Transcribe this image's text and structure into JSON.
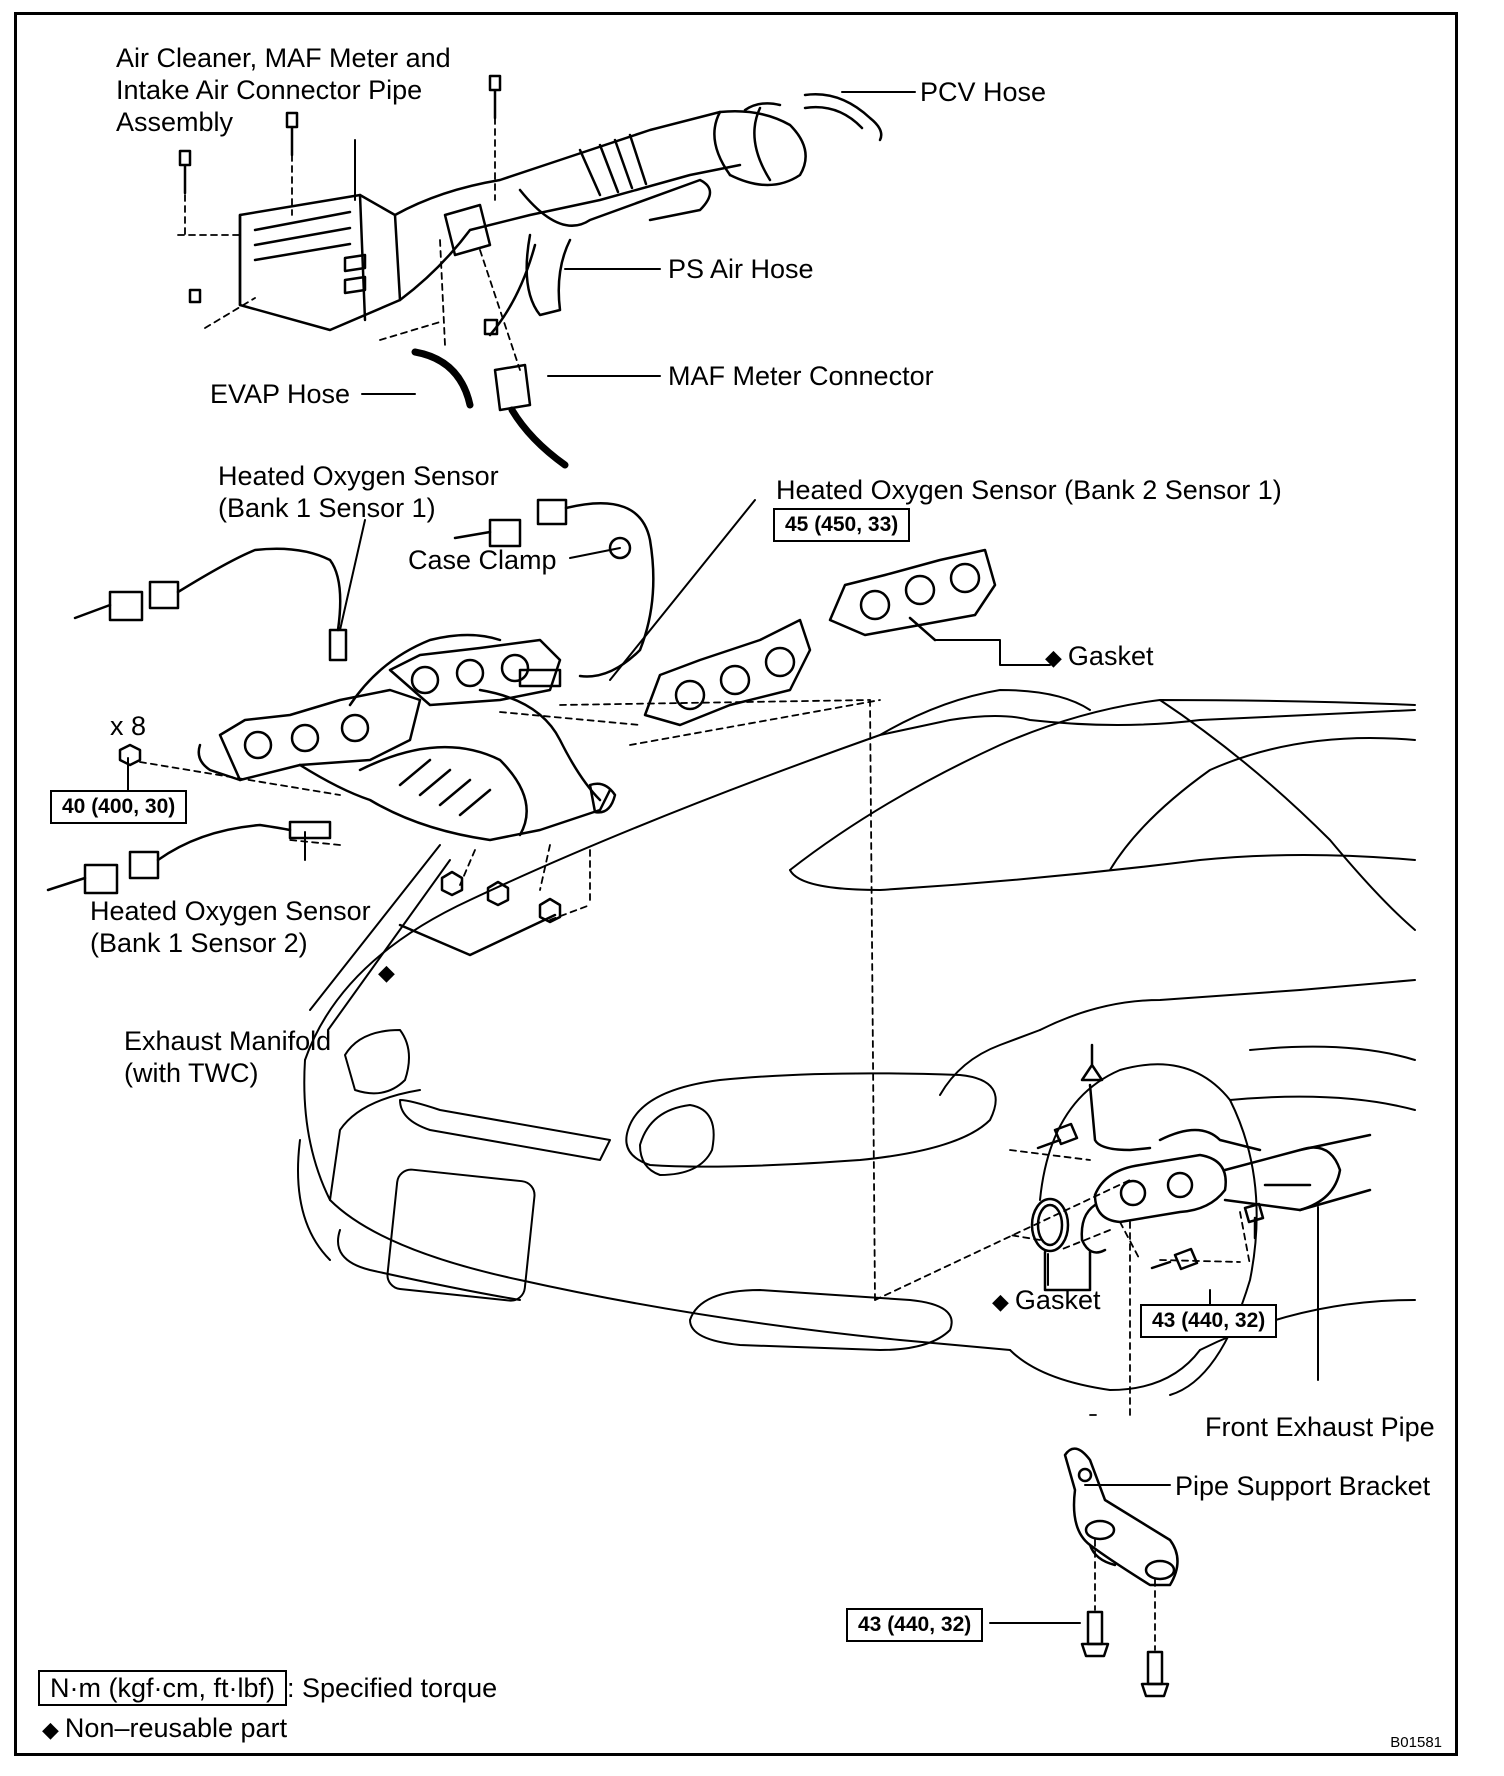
{
  "labels": {
    "air_cleaner": [
      "Air Cleaner, MAF Meter and",
      "Intake Air Connector Pipe",
      "Assembly"
    ],
    "pcv_hose": "PCV Hose",
    "ps_air_hose": "PS Air Hose",
    "maf_connector": "MAF Meter Connector",
    "evap_hose": "EVAP Hose",
    "ho2_b1s1": [
      "Heated Oxygen Sensor",
      "(Bank 1 Sensor 1)"
    ],
    "ho2_b2s1": "Heated Oxygen Sensor (Bank 2 Sensor 1)",
    "case_clamp": "Case Clamp",
    "gasket_top": "Gasket",
    "x8": "x 8",
    "ho2_b1s2": [
      "Heated Oxygen Sensor",
      "(Bank 1 Sensor 2)"
    ],
    "exhaust_manifold": [
      "Exhaust Manifold",
      "(with TWC)"
    ],
    "gasket_lower": "Gasket",
    "front_exhaust_pipe": "Front Exhaust Pipe",
    "pipe_support_bracket": "Pipe Support Bracket"
  },
  "torques": {
    "ho2_b2s1": "45 (450, 33)",
    "manifold_nut": "40 (400, 30)",
    "front_pipe": "43 (440, 32)",
    "bracket": "43 (440, 32)"
  },
  "legend": {
    "torque_unit": "N·m (kgf·cm, ft·lbf)",
    "torque_text": ": Specified torque",
    "nonreusable_text": "Non–reusable part"
  },
  "symbols": {
    "diamond": "◆"
  },
  "figure_code": "B01581"
}
